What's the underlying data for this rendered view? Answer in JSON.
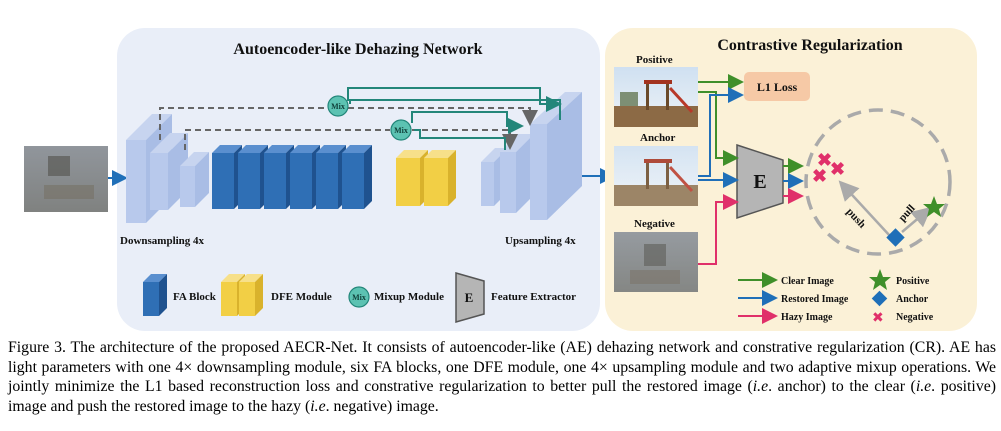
{
  "left_panel": {
    "title": "Autoencoder-like Dehazing Network",
    "downsampling_label": "Downsampling 4x",
    "upsampling_label": "Upsampling 4x",
    "mix_label": "Mix"
  },
  "right_panel": {
    "title": "Contrastive Regularization",
    "positive_label": "Positive",
    "anchor_label": "Anchor",
    "negative_label": "Negative",
    "loss_label": "L1 Loss",
    "extractor_label": "E",
    "push_label": "push",
    "pull_label": "pull"
  },
  "legend_left": {
    "fa_block": "FA Block",
    "dfe_module": "DFE Module",
    "mixup_module": "Mixup Module",
    "mixup_icon": "Mix",
    "feature_extractor": "Feature Extractor",
    "extractor_icon": "E"
  },
  "legend_right": {
    "clear_image": "Clear Image",
    "restored_image": "Restored Image",
    "hazy_image": "Hazy Image",
    "positive": "Positive",
    "anchor": "Anchor",
    "negative": "Negative"
  },
  "colors": {
    "clear": "#3f8f2a",
    "restored": "#1f6fb8",
    "hazy": "#e0306a",
    "fa_block": "#2f6fb5",
    "dfe_module": "#f2cf45",
    "mix_circle": "#5cc2b2",
    "left_bg": "#e9eef8",
    "right_bg": "#fbf1d7",
    "loss_box": "#f6c9a6"
  },
  "caption": {
    "lead": "Figure 3. The architecture of the proposed AECR-Net. It consists of autoencoder-like (AE) dehazing network and constrative regularization (CR). AE has light parameters with one 4× downsampling module, six FA blocks, one DFE module, one 4× upsampling module and two adaptive mixup operations. We jointly minimize the L1 based reconstruction loss and constrative regularization to better pull the restored image (",
    "ie1": "i.e",
    "mid1": ". anchor) to the clear (",
    "ie2": "i.e",
    "mid2": ". positive) image and push the restored image to the hazy (",
    "ie3": "i.e",
    "tail": ". negative) image."
  }
}
